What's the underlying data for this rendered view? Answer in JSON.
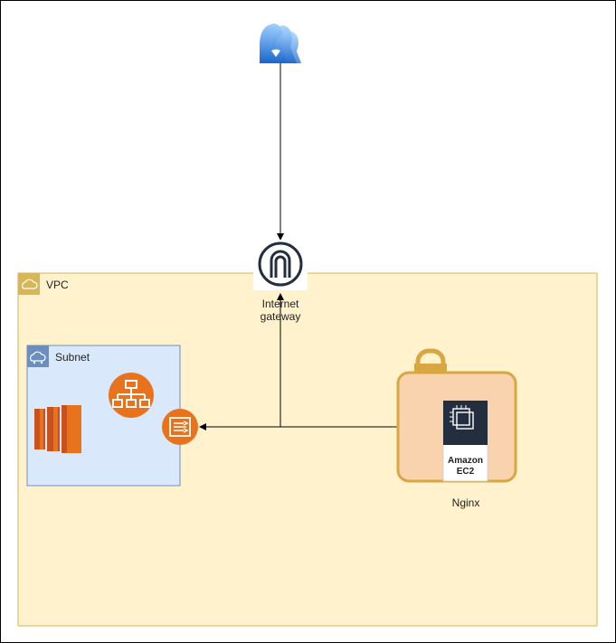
{
  "diagram": {
    "vpc": {
      "label": "VPC",
      "fill": "#fff2cc",
      "stroke": "#d6b656"
    },
    "subnet": {
      "label": "Subnet",
      "fill": "#dae8fc",
      "stroke": "#6c8ebf"
    },
    "internet_gateway": {
      "label_line1": "Internet",
      "label_line2": "gateway"
    },
    "ec2_instance": {
      "label_line1": "Amazon",
      "label_line2": "EC2",
      "caption": "Nginx"
    },
    "users_icon": "users-icon",
    "colors": {
      "aws_orange": "#e8731c",
      "ec2_dark": "#232f3e",
      "lock_gold": "#d9a741",
      "container_fill": "#f9d3ae"
    }
  }
}
